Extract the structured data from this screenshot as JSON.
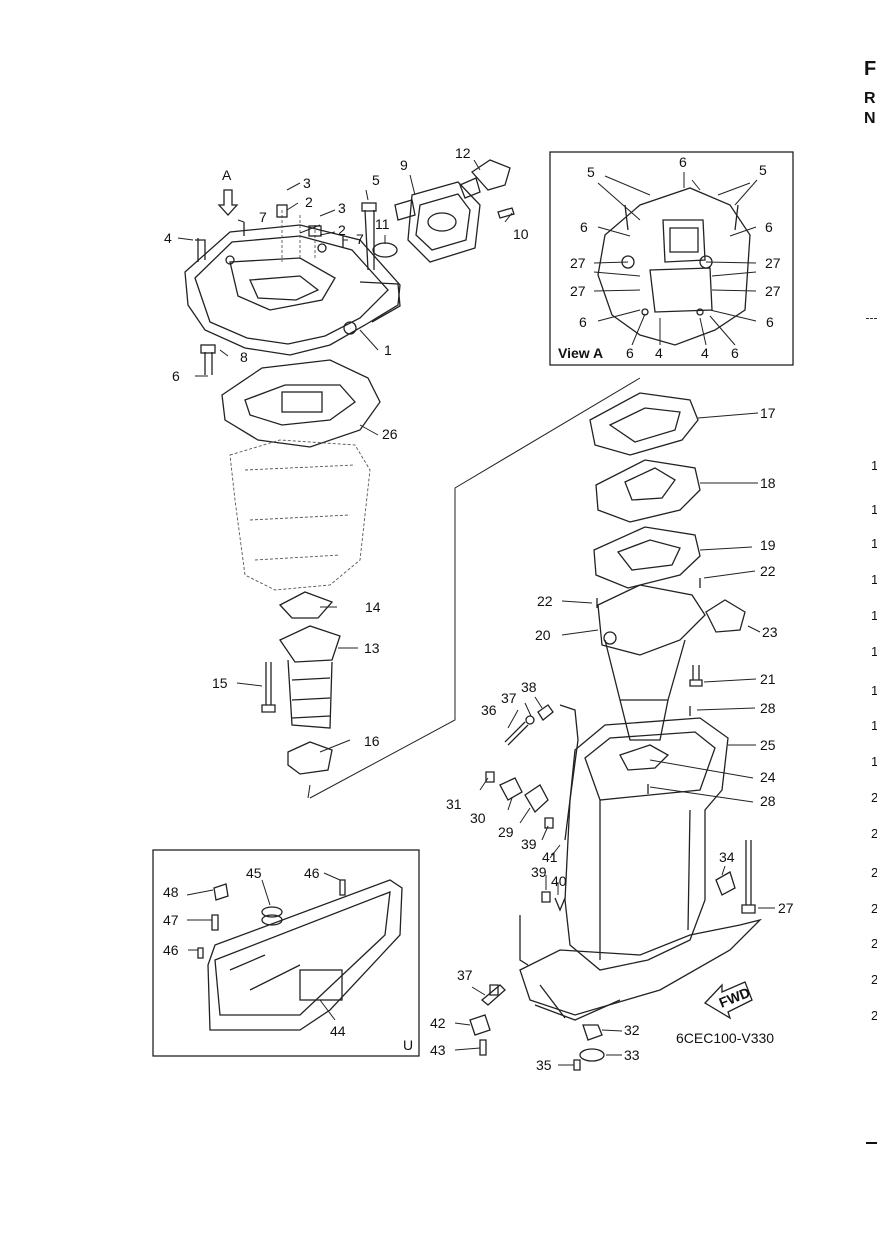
{
  "diagram_code": "6CEC100-V330",
  "view_a": {
    "title": "View A"
  },
  "view_u": {
    "label": "U"
  },
  "fwd_label": "FWD",
  "section_arrow_label": "A",
  "edge_text": [
    "F",
    "R",
    "N"
  ],
  "edge_numbers": [
    "1",
    "1",
    "1",
    "1",
    "1",
    "1",
    "1",
    "1",
    "1",
    "2",
    "2",
    "2",
    "2",
    "2",
    "2",
    "2"
  ],
  "callouts": [
    "1",
    "2",
    "3",
    "4",
    "5",
    "6",
    "7",
    "8",
    "9",
    "10",
    "11",
    "12",
    "13",
    "14",
    "15",
    "16",
    "17",
    "18",
    "19",
    "20",
    "21",
    "22",
    "23",
    "24",
    "25",
    "26",
    "27",
    "28",
    "29",
    "30",
    "31",
    "32",
    "33",
    "34",
    "35",
    "36",
    "37",
    "38",
    "39",
    "40",
    "41",
    "42",
    "43",
    "44",
    "45",
    "46",
    "47",
    "48"
  ]
}
